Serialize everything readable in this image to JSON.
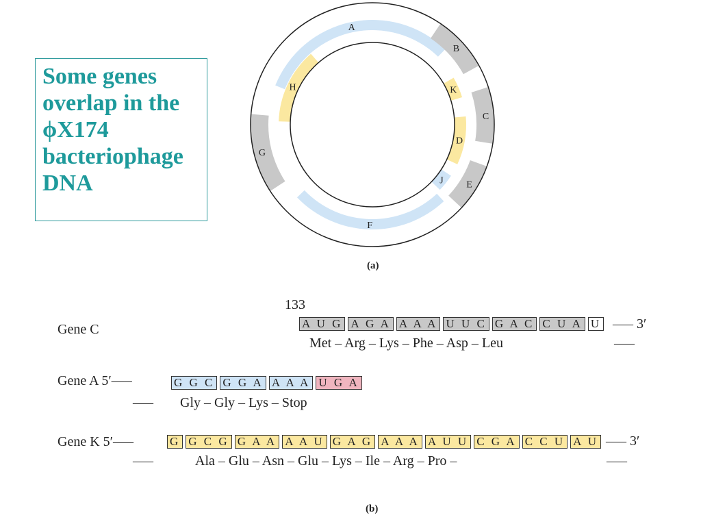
{
  "title": "Some genes overlap in the ϕX174 bacteriophage DNA",
  "map": {
    "genes": [
      {
        "name": "A",
        "ring": "outer-in",
        "color": "#cfe4f6",
        "start": -68,
        "end": 44
      },
      {
        "name": "B",
        "ring": "outer",
        "color": "#c8c8c8",
        "start": 34,
        "end": 61
      },
      {
        "name": "C",
        "ring": "outer",
        "color": "#c8c8c8",
        "start": 72,
        "end": 99
      },
      {
        "name": "K",
        "ring": "inner",
        "color": "#fbe8a0",
        "start": 60,
        "end": 73
      },
      {
        "name": "D",
        "ring": "inner",
        "color": "#fbe8a0",
        "start": 85,
        "end": 115
      },
      {
        "name": "E",
        "ring": "outer",
        "color": "#c8c8c8",
        "start": 110,
        "end": 133
      },
      {
        "name": "J",
        "ring": "inner",
        "color": "#cfe4f6",
        "start": 123,
        "end": 134
      },
      {
        "name": "F",
        "ring": "outer-in",
        "color": "#cfe4f6",
        "start": 137,
        "end": 226
      },
      {
        "name": "G",
        "ring": "outer",
        "color": "#c8c8c8",
        "start": 237,
        "end": 275
      },
      {
        "name": "H",
        "ring": "inner",
        "color": "#fbe8a0",
        "start": 272,
        "end": 319
      }
    ],
    "caption": "(a)"
  },
  "sequence": {
    "position": "133",
    "caption": "(b)",
    "rows": [
      {
        "gene_label": "Gene C",
        "prefix": "",
        "codons": [
          {
            "text": "A U G",
            "color": "grey"
          },
          {
            "text": "A G A",
            "color": "grey"
          },
          {
            "text": "A A A",
            "color": "grey"
          },
          {
            "text": "U U C",
            "color": "grey"
          },
          {
            "text": "G A C",
            "color": "grey"
          },
          {
            "text": "C U A",
            "color": "grey"
          },
          {
            "text": "U",
            "color": "none"
          }
        ],
        "suffix": "––– 3′",
        "amino_acids": "Met – Arg – Lys – Phe – Asp – Leu",
        "aa_suffix": "–––"
      },
      {
        "gene_label": "Gene A 5′–––",
        "prefix": "",
        "codons": [
          {
            "text": "G G C",
            "color": "blue"
          },
          {
            "text": "G G A",
            "color": "blue"
          },
          {
            "text": "A A A",
            "color": "blue"
          },
          {
            "text": "U G A",
            "color": "pink"
          }
        ],
        "suffix": "",
        "aa_prefix": "–––",
        "amino_acids": "Gly – Gly – Lys – Stop",
        "aa_suffix": ""
      },
      {
        "gene_label": "Gene K 5′–––",
        "prefix": "",
        "codons": [
          {
            "text": "G",
            "color": "yellow"
          },
          {
            "text": "G C G",
            "color": "yellow"
          },
          {
            "text": "G A A",
            "color": "yellow"
          },
          {
            "text": "A A U",
            "color": "yellow"
          },
          {
            "text": "G A G",
            "color": "yellow"
          },
          {
            "text": "A A A",
            "color": "yellow"
          },
          {
            "text": "A U U",
            "color": "yellow"
          },
          {
            "text": "C G A",
            "color": "yellow"
          },
          {
            "text": "C C U",
            "color": "yellow"
          },
          {
            "text": "A U",
            "color": "yellow"
          }
        ],
        "suffix": "––– 3′",
        "aa_prefix": "–––",
        "amino_acids": "Ala – Glu – Asn – Glu – Lys – Ile – Arg – Pro –",
        "aa_suffix": "–––"
      }
    ]
  }
}
